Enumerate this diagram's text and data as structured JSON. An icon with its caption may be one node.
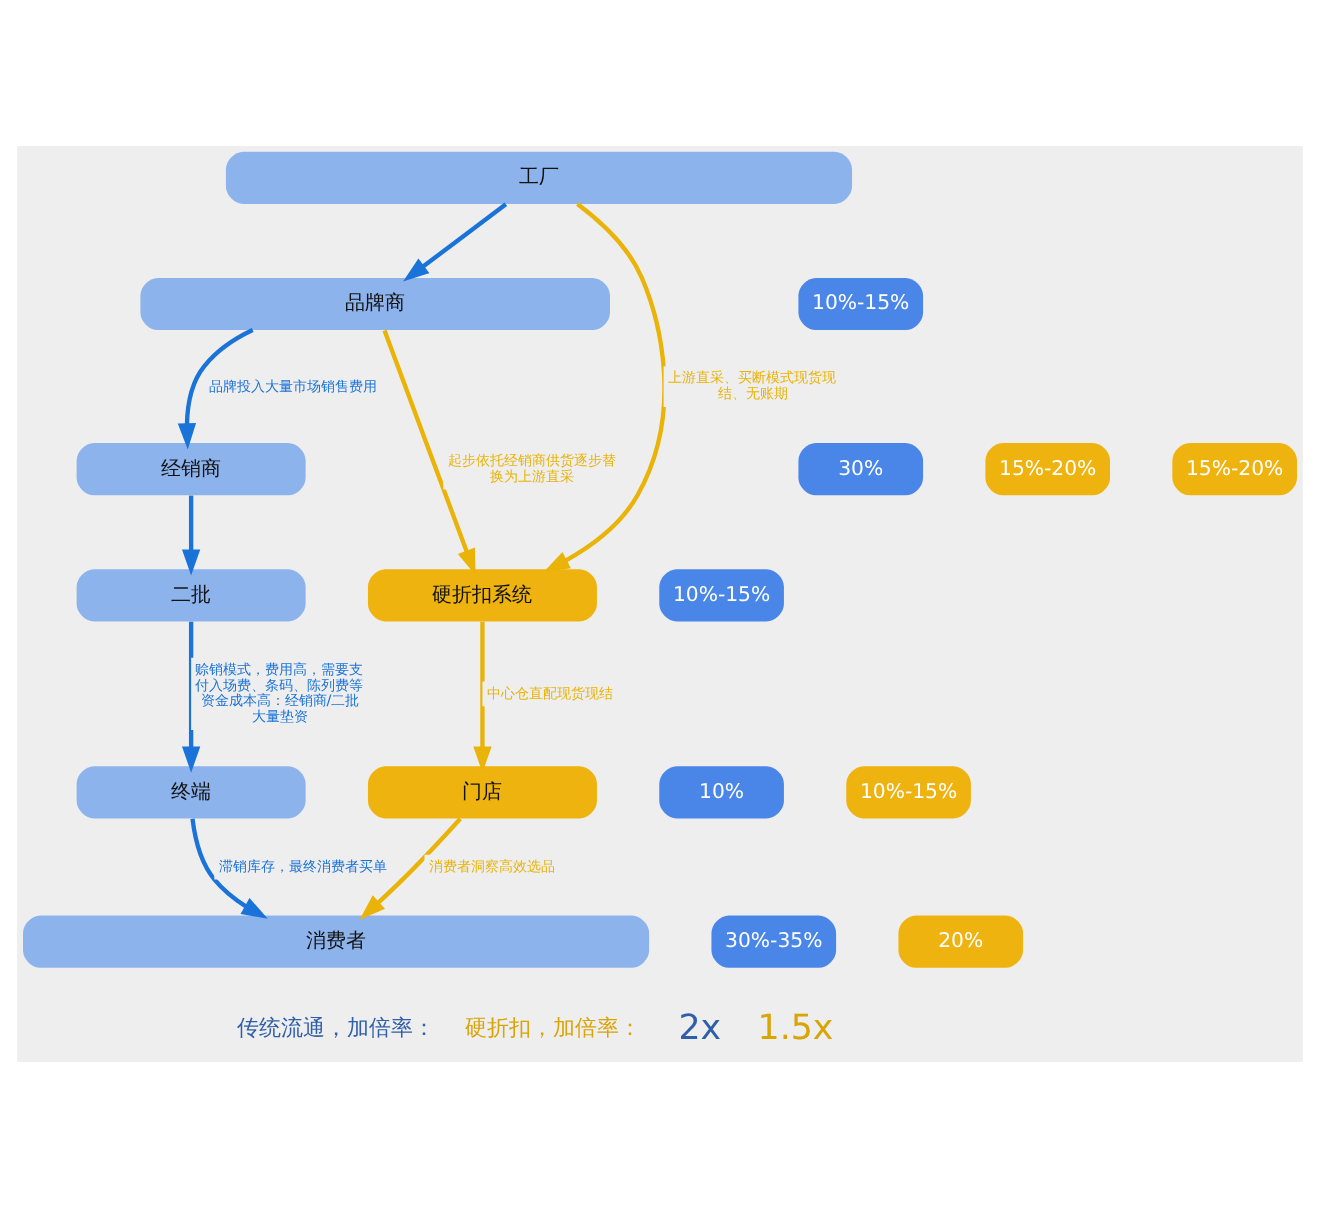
{
  "diagram": {
    "nodes": [
      {
        "text": [
          "工厂"
        ]
      },
      {
        "text": [
          "10%-15%"
        ]
      },
      {
        "text": [
          "品牌商"
        ]
      },
      {
        "text": [
          "30%"
        ]
      },
      {
        "text": [
          "15%-20%"
        ]
      },
      {
        "text": [
          "15%-20%"
        ]
      },
      {
        "text": [
          "经销商"
        ]
      },
      {
        "text": [
          "10%-15%"
        ]
      },
      {
        "text": [
          "二批"
        ]
      },
      {
        "text": [
          "硬折扣系统"
        ]
      },
      {
        "text": [
          "10%"
        ]
      },
      {
        "text": [
          "10%-15%"
        ]
      },
      {
        "text": [
          "终端"
        ]
      },
      {
        "text": [
          "门店"
        ]
      },
      {
        "text": [
          "30%-35%"
        ]
      },
      {
        "text": [
          "20%"
        ]
      },
      {
        "text": [
          "消费者"
        ]
      }
    ],
    "edges": [
      {
        "from": 0,
        "to": 2,
        "arrow": "to"
      },
      {
        "from": 2,
        "to": 6,
        "arrow": "to",
        "label": "品牌投入大量市场销售费用"
      },
      {
        "from": 6,
        "to": 8,
        "arrow": "to"
      },
      {
        "from": 8,
        "to": 12,
        "arrow": "to",
        "label": "赊销模式，费用高，需要支付入场费、条码、陈列费等资金成本高：经销商/二批大量垫资"
      },
      {
        "from": 12,
        "to": 16,
        "arrow": "to",
        "label": "滞销库存，最终消费者买单"
      },
      {
        "from": 2,
        "to": 9,
        "arrow": "to",
        "label": "起步依托经销商供货逐步替换为上游直采",
        "color": "#eab308"
      },
      {
        "from": 0,
        "to": 9,
        "arrow": "to",
        "label": "上游直采、买断模式现货现结、无账期",
        "color": "#eab308"
      },
      {
        "from": 9,
        "to": 13,
        "arrow": "to",
        "label": "中心仓直配现货现结",
        "color": "#eab308"
      },
      {
        "from": 13,
        "to": 16,
        "arrow": "to",
        "label": "消费者洞察高效选品",
        "color": "#eab308"
      }
    ],
    "labels": [
      "传统流通，加倍率：",
      "硬折扣，加倍率：",
      "2x",
      "1.5x"
    ]
  }
}
